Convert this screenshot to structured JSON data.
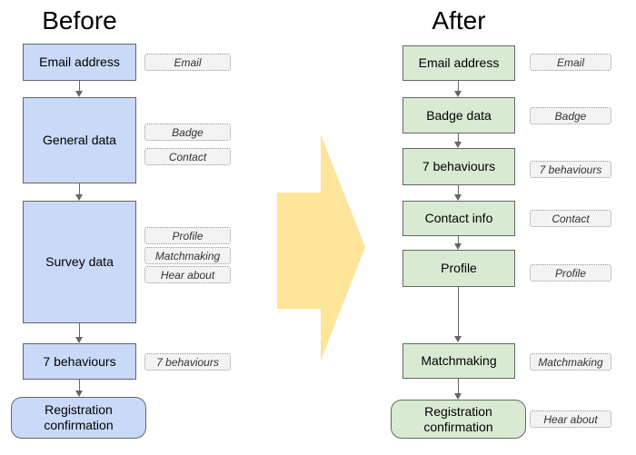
{
  "colors": {
    "before_fill": "#c9daf8",
    "after_fill": "#d9ead3",
    "box_border": "#666666",
    "pill_fill": "#f3f3f3",
    "pill_border": "#999999",
    "connector": "#666666",
    "arrow_fill": "#ffe599"
  },
  "before": {
    "title": "Before",
    "boxes": [
      {
        "label": "Email address"
      },
      {
        "label": "General data"
      },
      {
        "label": "Survey data"
      },
      {
        "label": "7 behaviours"
      },
      {
        "label": "Registration confirmation"
      }
    ],
    "pills": [
      {
        "label": "Email"
      },
      {
        "label": "Badge"
      },
      {
        "label": "Contact"
      },
      {
        "label": "Profile"
      },
      {
        "label": "Matchmaking"
      },
      {
        "label": "Hear about"
      },
      {
        "label": "7 behaviours"
      }
    ]
  },
  "after": {
    "title": "After",
    "boxes": [
      {
        "label": "Email address"
      },
      {
        "label": "Badge data"
      },
      {
        "label": "7 behaviours"
      },
      {
        "label": "Contact info"
      },
      {
        "label": "Profile"
      },
      {
        "label": "Matchmaking"
      },
      {
        "label": "Registration confirmation"
      }
    ],
    "pills": [
      {
        "label": "Email"
      },
      {
        "label": "Badge"
      },
      {
        "label": "7 behaviours"
      },
      {
        "label": "Contact"
      },
      {
        "label": "Profile"
      },
      {
        "label": "Matchmaking"
      },
      {
        "label": "Hear about"
      }
    ]
  }
}
